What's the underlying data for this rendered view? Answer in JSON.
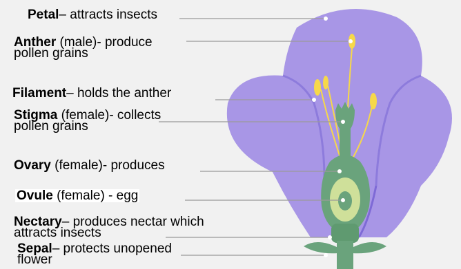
{
  "labels": {
    "petal": {
      "term": "Petal",
      "text": "– attracts insects"
    },
    "anther": {
      "term": "Anther",
      "text": " (male)- produce",
      "line2": "pollen grains"
    },
    "filament": {
      "term": "Filament",
      "text": "– holds the anther"
    },
    "stigma": {
      "term": "Stigma",
      "text": " (female)- collects",
      "line2": "pollen grains"
    },
    "ovary": {
      "term": "Ovary",
      "text": " (female)- produces"
    },
    "ovule": {
      "term": "Ovule",
      "text": " (female) - egg"
    },
    "nectary": {
      "term": "Nectary",
      "text": "– produces nectar which",
      "line2": "attracts insects"
    },
    "sepal": {
      "term": "Sepal",
      "text": "– protects unopened",
      "line2": "flower"
    }
  },
  "colors": {
    "background": "#f1f1f1",
    "petal": "#a896e6",
    "petal_edge": "#7e6ad6",
    "stem_green": "#6aa37c",
    "stem_dark": "#4e8a62",
    "anther_yellow": "#f6d84a",
    "ovule_yellow": "#eef0a6",
    "leader_line": "#9a9a9a"
  }
}
